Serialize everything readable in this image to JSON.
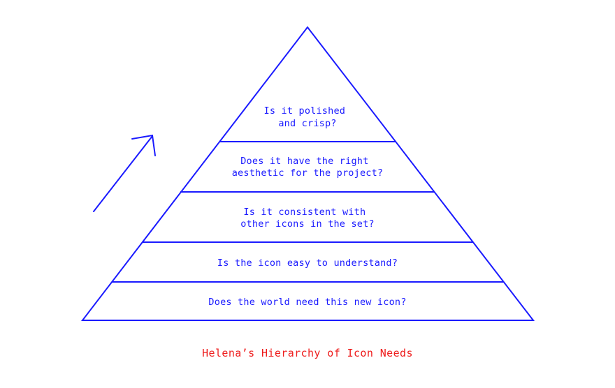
{
  "pyramid": {
    "stroke_color": "#1a1aff",
    "levels": [
      {
        "lines": [
          "Is it polished",
          "and crisp?"
        ]
      },
      {
        "lines": [
          "Does it have the right",
          "aesthetic for the project?"
        ]
      },
      {
        "lines": [
          "Is it consistent with",
          "other icons in the set?"
        ]
      },
      {
        "lines": [
          "Is the icon easy to understand?"
        ]
      },
      {
        "lines": [
          "Does the world need this new icon?"
        ]
      }
    ]
  },
  "arrow": {
    "icon": "arrow-up-right-icon",
    "color": "#1a1aff"
  },
  "caption": {
    "text": "Helena’s Hierarchy of Icon Needs",
    "color": "#ee1c1c"
  }
}
